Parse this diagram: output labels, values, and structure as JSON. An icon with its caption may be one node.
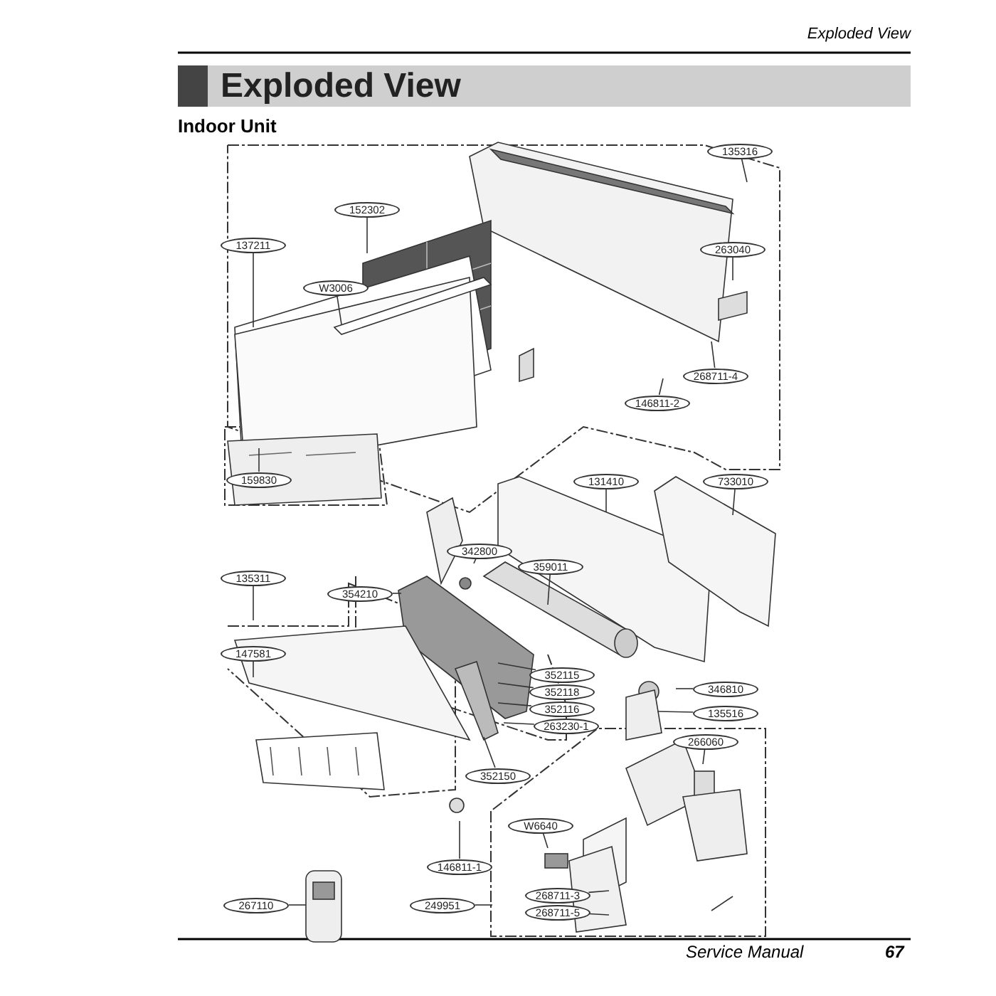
{
  "diagram": {
    "title": "Exploded View",
    "nodes": [
      {
        "text": [
          "135316"
        ]
      },
      {
        "text": [
          "152302"
        ]
      },
      {
        "text": [
          "137211"
        ]
      },
      {
        "text": [
          "W3006"
        ]
      },
      {
        "text": [
          "263040"
        ]
      },
      {
        "text": [
          "268711-4"
        ]
      },
      {
        "text": [
          "146811-2"
        ]
      },
      {
        "text": [
          "159830"
        ]
      },
      {
        "text": [
          "131410"
        ]
      },
      {
        "text": [
          "733010"
        ]
      },
      {
        "text": [
          "342800"
        ]
      },
      {
        "text": [
          "359011"
        ]
      },
      {
        "text": [
          "135311"
        ]
      },
      {
        "text": [
          "354210"
        ]
      },
      {
        "text": [
          "147581"
        ]
      },
      {
        "text": [
          "352115"
        ]
      },
      {
        "text": [
          "352118"
        ]
      },
      {
        "text": [
          "352116"
        ]
      },
      {
        "text": [
          "263230-1"
        ]
      },
      {
        "text": [
          "346810"
        ]
      },
      {
        "text": [
          "135516"
        ]
      },
      {
        "text": [
          "266060"
        ]
      },
      {
        "text": [
          "352150"
        ]
      },
      {
        "text": [
          "146811-1"
        ]
      },
      {
        "text": [
          "W6640"
        ]
      },
      {
        "text": [
          "268711-3"
        ]
      },
      {
        "text": [
          "268711-5"
        ]
      },
      {
        "text": [
          "267110"
        ]
      },
      {
        "text": [
          "249951"
        ]
      }
    ],
    "edges": [
      {
        "from": 0,
        "to": null,
        "arrow": "none"
      },
      {
        "from": 1,
        "to": null,
        "arrow": "none"
      },
      {
        "from": 2,
        "to": null,
        "arrow": "none"
      },
      {
        "from": 3,
        "to": null,
        "arrow": "none"
      },
      {
        "from": 4,
        "to": null,
        "arrow": "none"
      },
      {
        "from": 5,
        "to": null,
        "arrow": "none"
      },
      {
        "from": 6,
        "to": null,
        "arrow": "none"
      },
      {
        "from": 7,
        "to": null,
        "arrow": "none"
      },
      {
        "from": 8,
        "to": null,
        "arrow": "none"
      },
      {
        "from": 9,
        "to": null,
        "arrow": "none"
      },
      {
        "from": 10,
        "to": null,
        "arrow": "none"
      },
      {
        "from": 11,
        "to": null,
        "arrow": "none"
      },
      {
        "from": 12,
        "to": null,
        "arrow": "none"
      },
      {
        "from": 13,
        "to": null,
        "arrow": "none"
      },
      {
        "from": 14,
        "to": null,
        "arrow": "none"
      },
      {
        "from": 15,
        "to": null,
        "arrow": "none"
      },
      {
        "from": 16,
        "to": null,
        "arrow": "none"
      },
      {
        "from": 17,
        "to": null,
        "arrow": "none"
      },
      {
        "from": 18,
        "to": null,
        "arrow": "none"
      },
      {
        "from": 19,
        "to": null,
        "arrow": "none"
      },
      {
        "from": 20,
        "to": null,
        "arrow": "none"
      },
      {
        "from": 21,
        "to": null,
        "arrow": "none"
      },
      {
        "from": 22,
        "to": null,
        "arrow": "none"
      },
      {
        "from": 23,
        "to": null,
        "arrow": "none"
      },
      {
        "from": 24,
        "to": null,
        "arrow": "none"
      },
      {
        "from": 25,
        "to": null,
        "arrow": "none"
      },
      {
        "from": 26,
        "to": null,
        "arrow": "none"
      },
      {
        "from": 27,
        "to": null,
        "arrow": "none"
      },
      {
        "from": 28,
        "to": null,
        "arrow": "none"
      }
    ],
    "labels": [
      "Exploded View",
      "Indoor Unit",
      "Service Manual",
      "67"
    ]
  }
}
